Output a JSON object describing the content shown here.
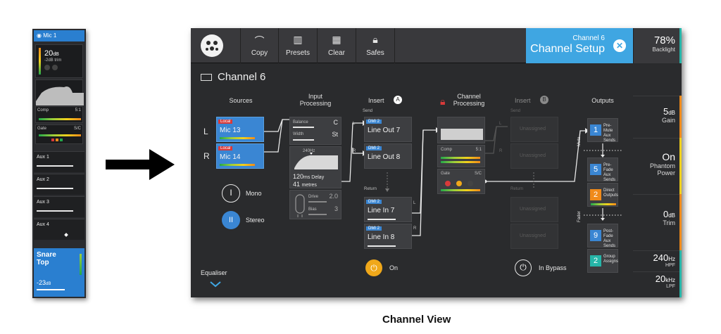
{
  "strip": {
    "header": "Mic 1",
    "gain_value": "20",
    "gain_unit": "dB",
    "gain_sub": "-2dB trim",
    "comp_label": "Comp",
    "comp_ratio": "5:1",
    "gate_label": "Gate",
    "gate_sc": "S/C",
    "aux": [
      "Aux 1",
      "Aux 2",
      "Aux 3",
      "Aux 4"
    ],
    "channel_name_1": "Snare",
    "channel_name_2": "Top",
    "fader_value": "-23",
    "fader_unit": "dB"
  },
  "toolbar": {
    "buttons": [
      {
        "label": "Copy",
        "icon": "copy-icon"
      },
      {
        "label": "Presets",
        "icon": "book-icon"
      },
      {
        "label": "Clear",
        "icon": "trash-icon"
      },
      {
        "label": "Safes",
        "icon": "lock-icon"
      }
    ],
    "setup_line1": "Channel 6",
    "setup_line2": "Channel Setup",
    "backlight_value": "78%",
    "backlight_label": "Backlight"
  },
  "page": {
    "title": "Channel 6",
    "caption": "Channel View"
  },
  "sources": {
    "header": "Sources",
    "left_label": "L",
    "right_label": "R",
    "tiles": [
      {
        "tag": "Local",
        "name": "Mic 13"
      },
      {
        "tag": "Local",
        "name": "Mic 14"
      }
    ],
    "mono_label": "Mono",
    "mono_icon_text": "I",
    "stereo_label": "Stereo",
    "stereo_icon_text": "II"
  },
  "input_processing": {
    "header_1": "Input",
    "header_2": "Processing",
    "balance_label": "Balance",
    "balance_value": "C",
    "width_label": "Width",
    "width_value": "St",
    "hpf_freq": "240Hz",
    "delay_ms": "120",
    "delay_unit": "ms Delay",
    "delay_metres": "41",
    "delay_metres_unit": "metres",
    "drive_label": "Drive",
    "drive_value": "2.0",
    "bias_label": "Bias",
    "bias_value": "3"
  },
  "insert_a": {
    "header": "Insert",
    "badge": "A",
    "send_label": "Send",
    "return_label": "Return",
    "send_tiles": [
      {
        "tag": "DMI 2",
        "name": "Line Out 7",
        "side": "L"
      },
      {
        "tag": "DMI 2",
        "name": "Line Out 8",
        "side": "R"
      }
    ],
    "return_tiles": [
      {
        "tag": "DMI 2",
        "name": "Line In 7",
        "side": "L"
      },
      {
        "tag": "DMI 2",
        "name": "Line In 8",
        "side": "R"
      }
    ],
    "state": "On"
  },
  "channel_processing": {
    "header_1": "Channel",
    "header_2": "Processing",
    "comp_label": "Comp",
    "comp_ratio": "5:1",
    "gate_label": "Gate",
    "gate_sc": "S/C"
  },
  "insert_b": {
    "header": "Insert",
    "badge": "B",
    "send_label": "Send",
    "return_label": "Return",
    "tiles": [
      "Unassigned",
      "Unassigned",
      "Unassigned",
      "Unassigned"
    ],
    "side_l": "L",
    "side_r": "R",
    "state": "In Bypass"
  },
  "outputs": {
    "header": "Outputs",
    "mute_label": "Mute",
    "fader_label": "Fader",
    "items": [
      {
        "num": "1",
        "line1": "Pre-Mute",
        "line2": "Aux Sends",
        "color": "#3a86d3"
      },
      {
        "num": "5",
        "line1": "Pre-Fade",
        "line2": "Aux Sends",
        "color": "#3a86d3"
      },
      {
        "num": "2",
        "line1": "Direct",
        "line2": "Outputs",
        "color": "#f08a1a"
      },
      {
        "num": "9",
        "line1": "Post-Fade",
        "line2": "Aux Sends",
        "color": "#3a86d3"
      },
      {
        "num": "2",
        "line1": "Group",
        "line2": "Assigns",
        "color": "#26b5a8"
      }
    ]
  },
  "right_panel": {
    "gain_value": "5",
    "gain_unit": "dB",
    "gain_label": "Gain",
    "phantom_value": "On",
    "phantom_label_1": "Phantom",
    "phantom_label_2": "Power",
    "trim_value": "0",
    "trim_unit": "dB",
    "trim_label": "Trim",
    "hpf_value": "240",
    "hpf_unit": "Hz",
    "hpf_label": "HPF",
    "lpf_value": "20",
    "lpf_unit": "kHz",
    "lpf_label": "LPF",
    "colors": {
      "gain": "#f08a1a",
      "phantom": "#f2d11c",
      "trim": "#f08a1a",
      "hpf": "#26b5a8",
      "lpf": "#26b5a8"
    }
  },
  "equaliser": {
    "label": "Equaliser"
  },
  "colors": {
    "accent_blue": "#3fa6e2",
    "tile_blue": "#3a86d3",
    "on_orange": "#f0a81a",
    "local_red": "#d83a3a"
  }
}
